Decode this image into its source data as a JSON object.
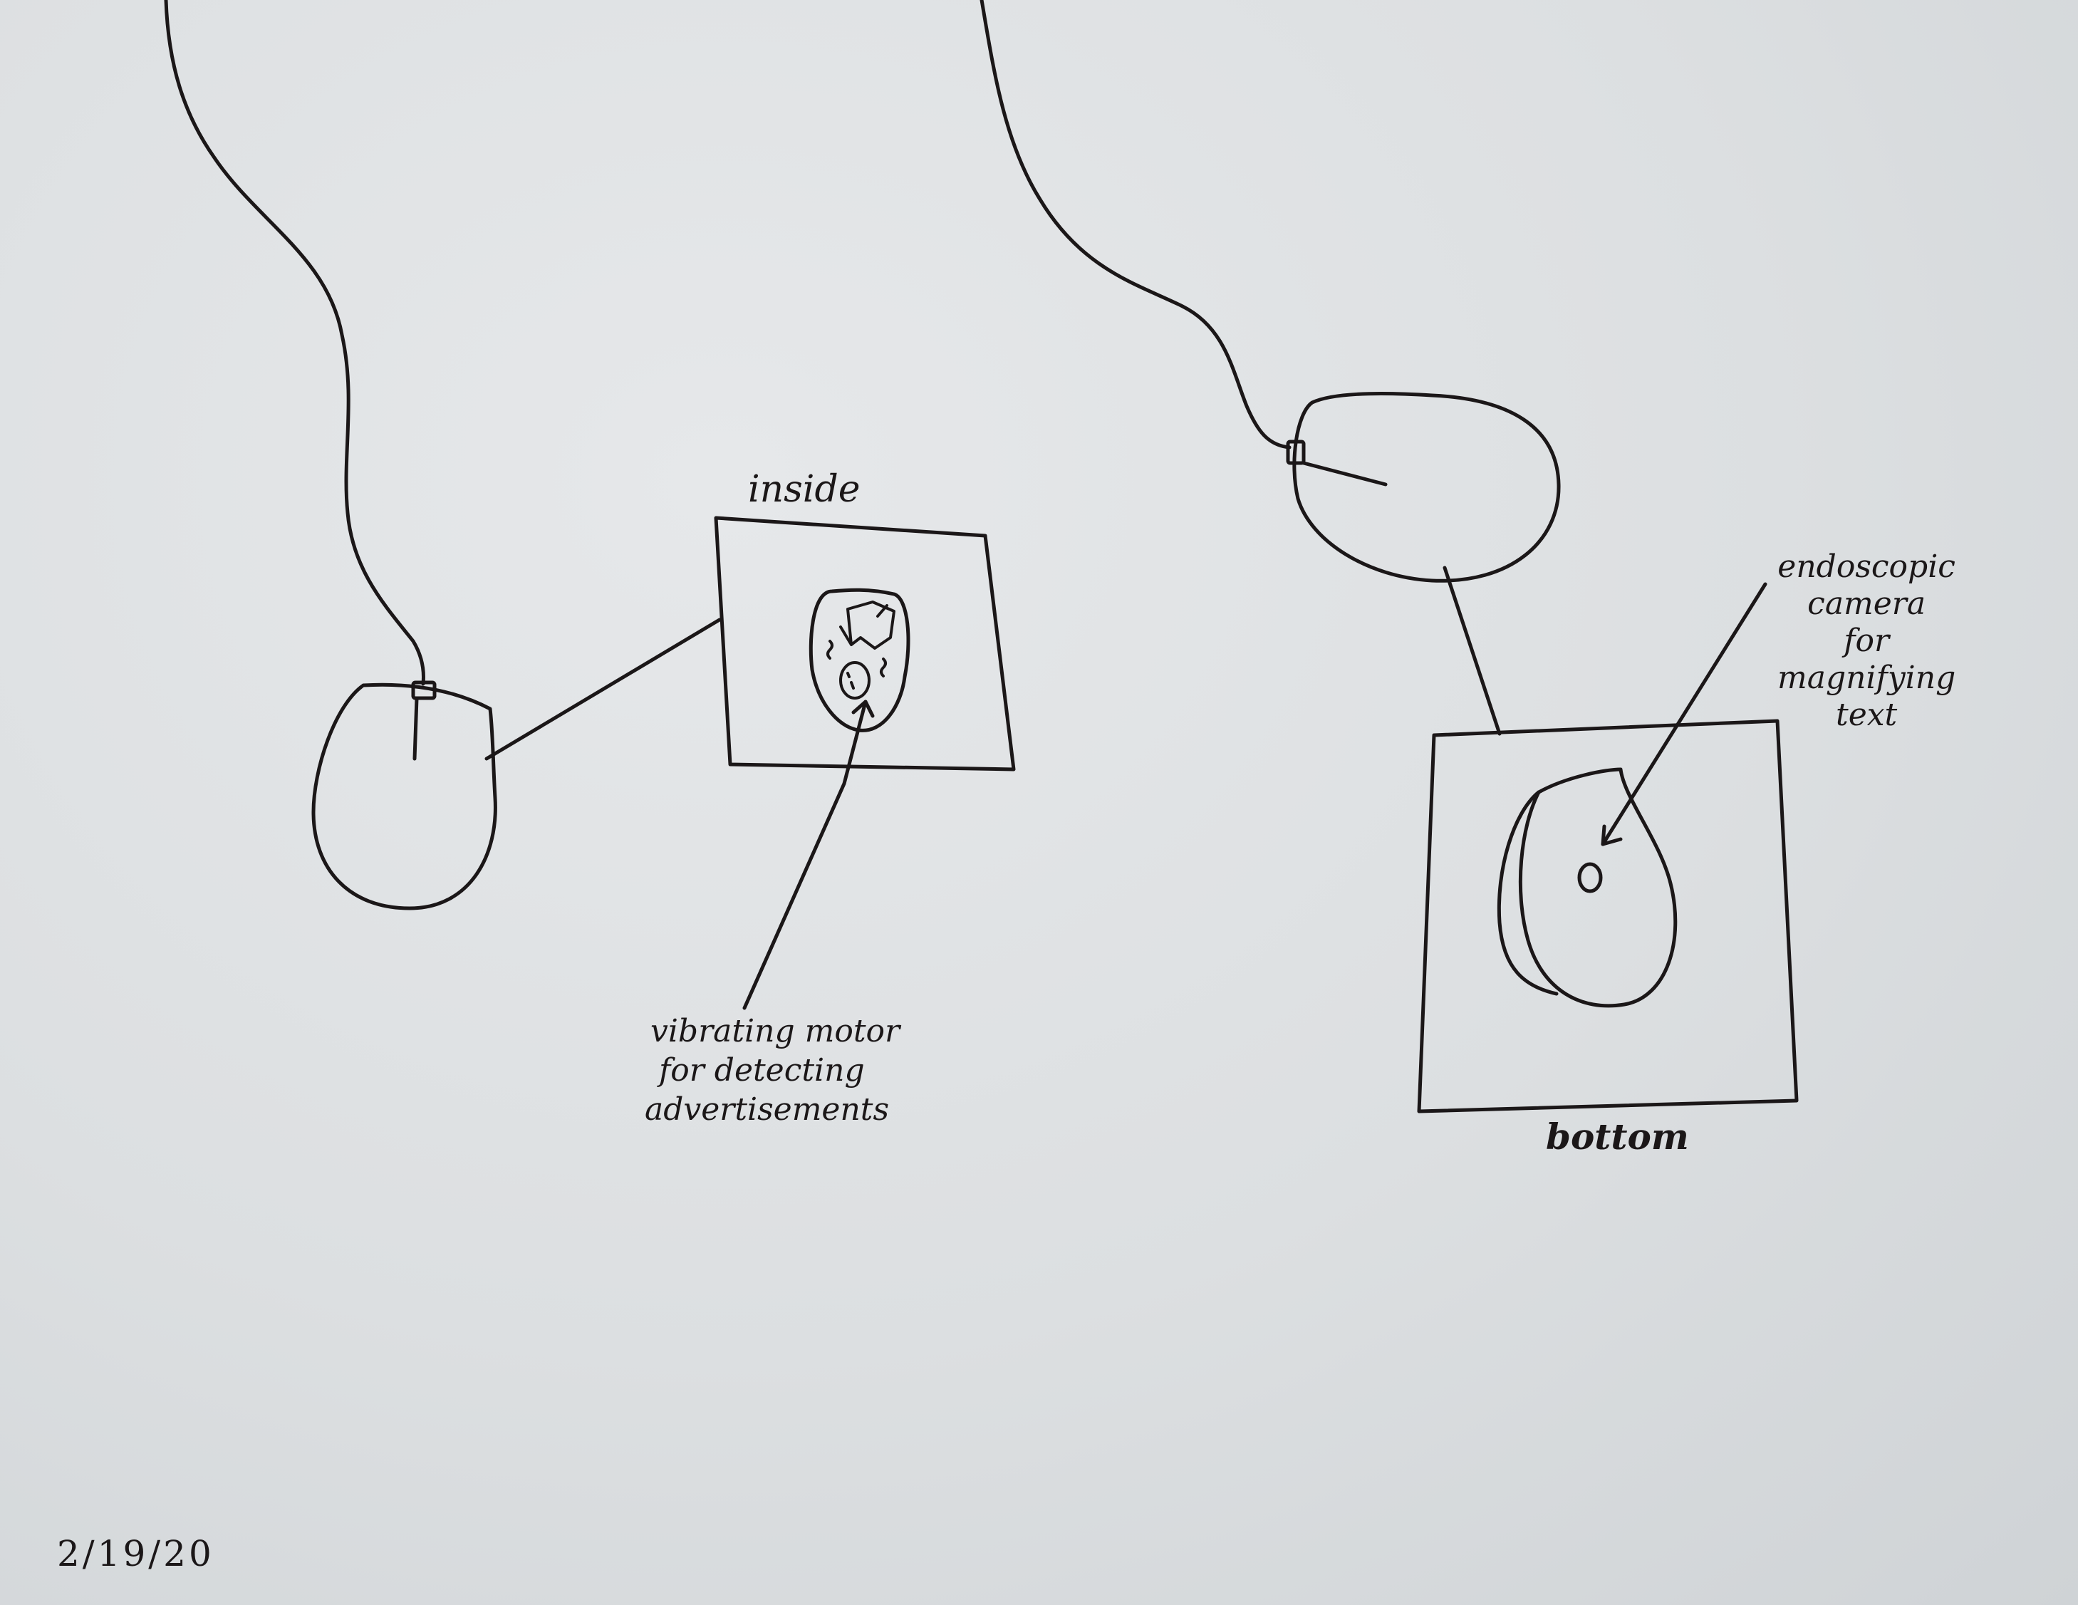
{
  "labels": {
    "inside": "inside",
    "bottom": "bottom",
    "date": "2/19/20",
    "vibrating_motor": [
      "vibrating motor",
      "for detecting",
      "advertisements"
    ],
    "endoscopic_camera": [
      "endoscopic",
      "camera",
      "for",
      "magnifying",
      "text"
    ]
  },
  "icons": {
    "mouse_left": "mouse-icon",
    "mouse_right": "mouse-icon",
    "motor": "motor-icon",
    "camera": "camera-lens-icon"
  },
  "colors": {
    "ink": "#1b1718",
    "paper": "#dcdfe1"
  }
}
